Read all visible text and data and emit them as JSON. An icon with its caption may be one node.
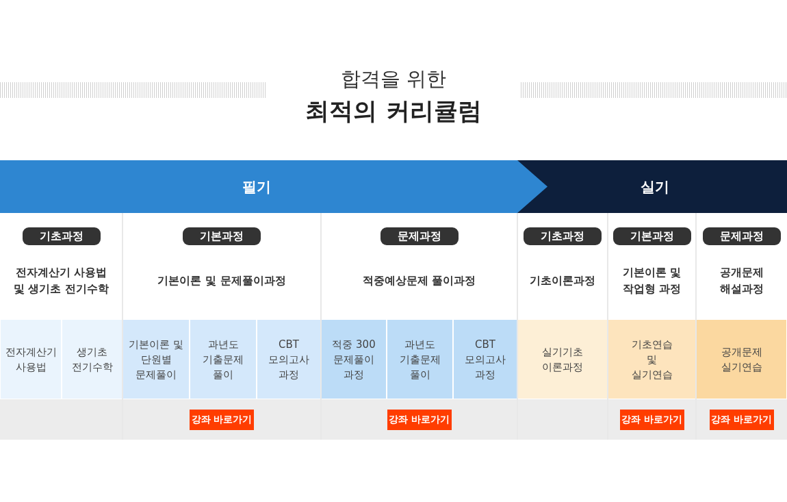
{
  "diagram": {
    "title": "최적의 커리큘럼",
    "nodes": [
      {
        "text": [
          "필기"
        ]
      },
      {
        "text": [
          "실기"
        ]
      },
      {
        "text": [
          "기초과정"
        ]
      },
      {
        "text": [
          "기본과정"
        ]
      },
      {
        "text": [
          "문제과정"
        ]
      },
      {
        "text": [
          "기초과정"
        ]
      },
      {
        "text": [
          "기본과정"
        ]
      },
      {
        "text": [
          "문제과정"
        ]
      },
      {
        "text": [
          "전자계산기 사용법"
        ]
      },
      {
        "text": [
          "생기초 전기수학"
        ]
      },
      {
        "text": [
          "기본이론 및 단원별 문제풀이"
        ]
      },
      {
        "text": [
          "과년도 기출문제 풀이"
        ]
      },
      {
        "text": [
          "CBT 모의고사 과정"
        ]
      },
      {
        "text": [
          "적중 300 문제풀이 과정"
        ]
      },
      {
        "text": [
          "과년도 기출문제 풀이"
        ]
      },
      {
        "text": [
          "CBT 모의고사 과정"
        ]
      },
      {
        "text": [
          "실기기초 이론과정"
        ]
      },
      {
        "text": [
          "기초연습 및 실기연습"
        ]
      },
      {
        "text": [
          "공개문제 실기연습"
        ]
      },
      {
        "text": [
          "강좌 바로가기"
        ]
      },
      {
        "text": [
          "강좌 바로가기"
        ]
      },
      {
        "text": [
          "강좌 바로가기"
        ]
      },
      {
        "text": [
          "강좌 바로가기"
        ]
      }
    ],
    "labels": [
      "합격을 위한",
      "전자계산기 사용법 및 생기초 전기수학",
      "기본이론 및 문제풀이과정",
      "적중예상문제 풀이과정",
      "기초이론과정",
      "기본이론 및 작업형 과정",
      "공개문제 해설과정"
    ]
  }
}
